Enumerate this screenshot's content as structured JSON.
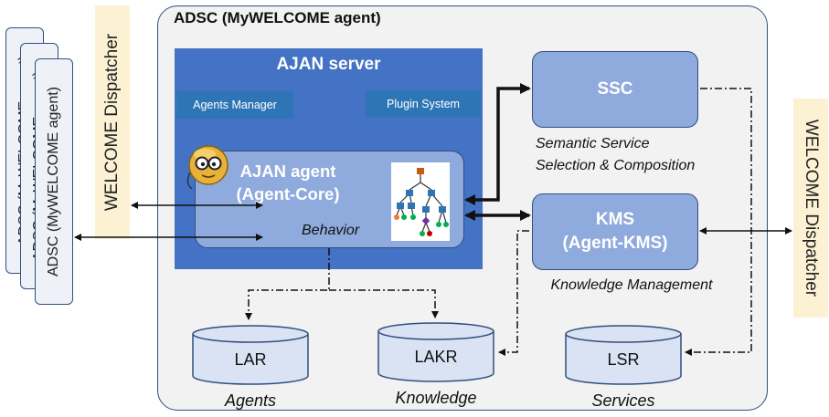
{
  "left_stack": {
    "cards": [
      {
        "label": "ADSC (MyWELCOME agent)"
      },
      {
        "label": "ADSC (MyWELCOME agent)"
      },
      {
        "label": "ADSC (MyWELCOME agent)"
      }
    ]
  },
  "left_dispatcher": {
    "label": "WELCOME Dispatcher"
  },
  "right_dispatcher": {
    "label": "WELCOME Dispatcher"
  },
  "outer": {
    "title": "ADSC (MyWELCOME agent)"
  },
  "ajan_server": {
    "title": "AJAN server",
    "agents_manager": "Agents Manager",
    "plugin_system": "Plugin System"
  },
  "ajan_agent": {
    "line1": "AJAN agent",
    "line2": "(Agent-Core)",
    "behavior": "Behavior"
  },
  "ssc": {
    "label": "SSC",
    "caption_line1": "Semantic Service",
    "caption_line2": "Selection & Composition"
  },
  "kms": {
    "line1": "KMS",
    "line2": "(Agent-KMS)",
    "caption": "Knowledge Management"
  },
  "repositories": [
    {
      "label": "LAR",
      "caption": "Agents"
    },
    {
      "label": "LAKR",
      "caption": "Knowledge"
    },
    {
      "label": "LSR",
      "caption": "Services"
    }
  ],
  "colors": {
    "server_blue": "#4472c4",
    "box_blue": "#8faadc",
    "button_blue": "#2e75b6",
    "cylinder_fill": "#dae3f3",
    "border": "#2f4f7f",
    "dispatcher_bg": "#fdf1d3"
  }
}
